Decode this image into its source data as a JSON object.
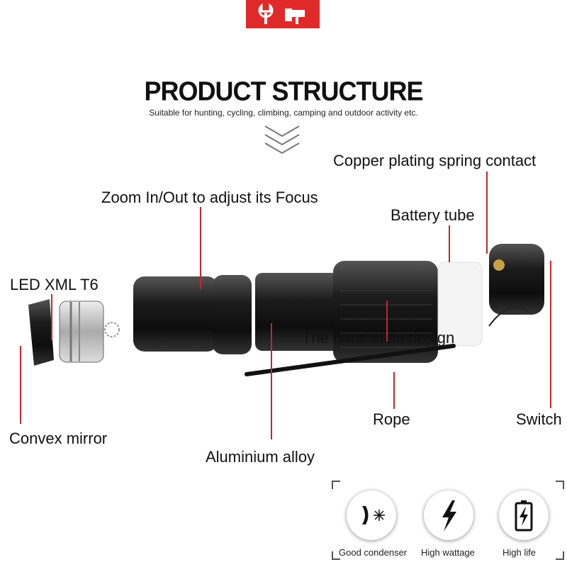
{
  "header": {
    "title": "PRODUCT STRUCTURE",
    "subtitle": "Suitable for hunting, cycling, climbing, camping and outdoor activity etc."
  },
  "callouts": {
    "copper_contact": "Copper plating spring contact",
    "zoom": "Zoom In/Out to adjust its Focus",
    "battery_tube": "Battery tube",
    "led": "LED XML T6",
    "hand_slide": "The hand slide design",
    "rope": "Rope",
    "switch": "Switch",
    "convex_mirror": "Convex mirror",
    "aluminium": "Aluminium alloy"
  },
  "features": [
    {
      "label": "Good condenser",
      "icon": "condenser-icon"
    },
    {
      "label": "High wattage",
      "icon": "lightning-icon"
    },
    {
      "label": "High life",
      "icon": "battery-icon"
    }
  ],
  "colors": {
    "accent_red": "#e02a2a",
    "line_red": "#c0282d"
  }
}
